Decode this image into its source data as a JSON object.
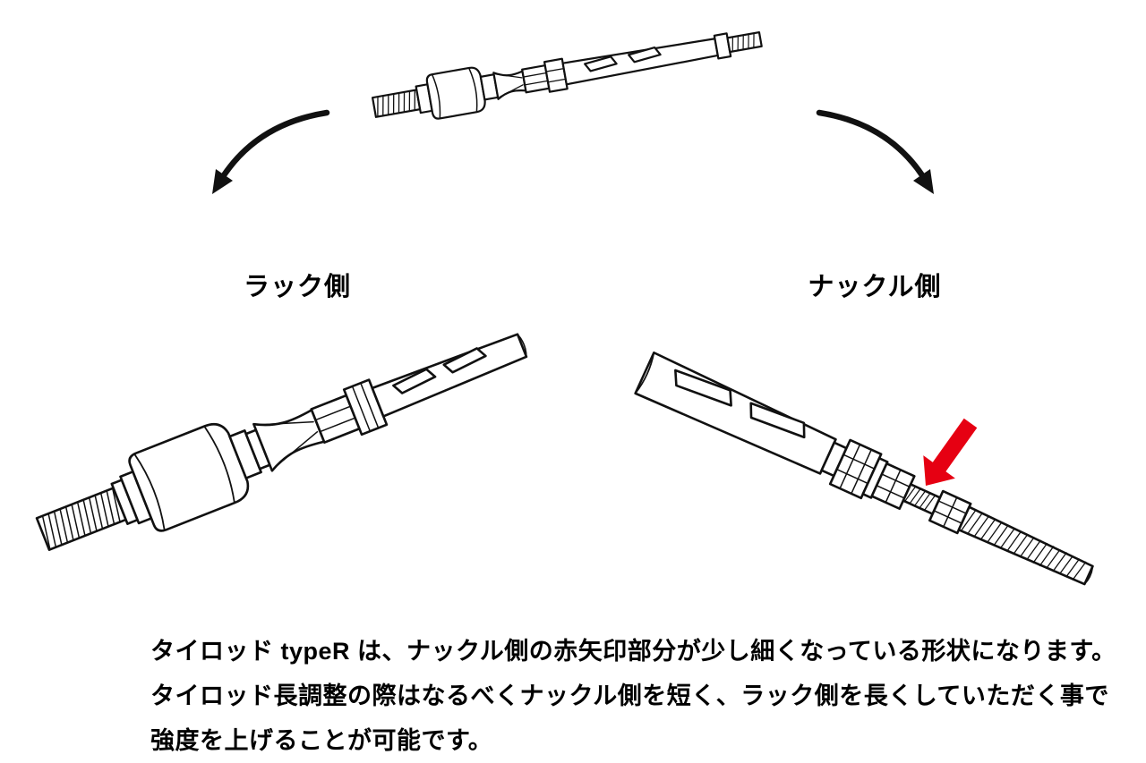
{
  "labels": {
    "rack_side": "ラック側",
    "knuckle_side": "ナックル側"
  },
  "description": {
    "line1": "タイロッド typeR は、ナックル側の赤矢印部分が少し細くなっている形状になります。",
    "line2": "タイロッド長調整の際はなるべくナックル側を短く、ラック側を長くしていただく事で",
    "line3": "強度を上げることが可能です。"
  },
  "colors": {
    "red_arrow": "#e60012",
    "line_art": "#111111"
  },
  "icons": {
    "top_illustration": "tie-rod-full",
    "left_illustration": "tie-rod-rack-side-closeup",
    "right_illustration": "tie-rod-knuckle-side-closeup",
    "red_arrow": "red-arrow-pointing-at-thin-section",
    "curved_arrows": "curved-arrow-left, curved-arrow-right"
  }
}
